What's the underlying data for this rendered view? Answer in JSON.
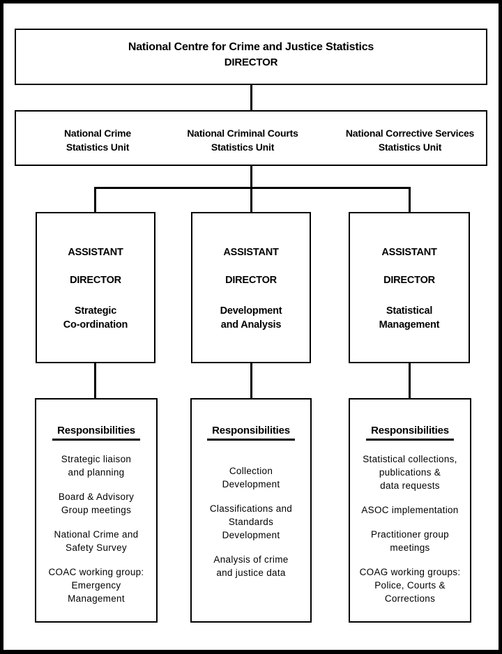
{
  "colors": {
    "ink": "#000000",
    "paper": "#ffffff"
  },
  "director_box": {
    "title": "National Centre for Crime and Justice Statistics",
    "subtitle": "DIRECTOR"
  },
  "units_box": {
    "units": [
      {
        "label": "National Crime\nStatistics Unit"
      },
      {
        "label": "National Criminal Courts\nStatistics Unit"
      },
      {
        "label": "National Corrective Services\nStatistics Unit"
      }
    ]
  },
  "columns": [
    {
      "assistant_director": {
        "line1": "ASSISTANT",
        "line2": "DIRECTOR",
        "focus": "Strategic\nCo-ordination"
      },
      "responsibilities": {
        "heading": "Responsibilities",
        "items": [
          "Strategic liaison\nand planning",
          "Board & Advisory\nGroup meetings",
          "National Crime and\nSafety Survey",
          "COAC working group:\nEmergency\nManagement"
        ]
      }
    },
    {
      "assistant_director": {
        "line1": "ASSISTANT",
        "line2": "DIRECTOR",
        "focus": "Development\nand Analysis"
      },
      "responsibilities": {
        "heading": "Responsibilities",
        "items": [
          "Collection\nDevelopment",
          "Classifications and\nStandards\nDevelopment",
          "Analysis of crime\nand justice data"
        ]
      }
    },
    {
      "assistant_director": {
        "line1": "ASSISTANT",
        "line2": "DIRECTOR",
        "focus": "Statistical\nManagement"
      },
      "responsibilities": {
        "heading": "Responsibilities",
        "items": [
          "Statistical collections,\npublications &\ndata requests",
          "ASOC implementation",
          "Practitioner group\nmeetings",
          "COAG working groups:\nPolice, Courts &\nCorrections"
        ]
      }
    }
  ]
}
